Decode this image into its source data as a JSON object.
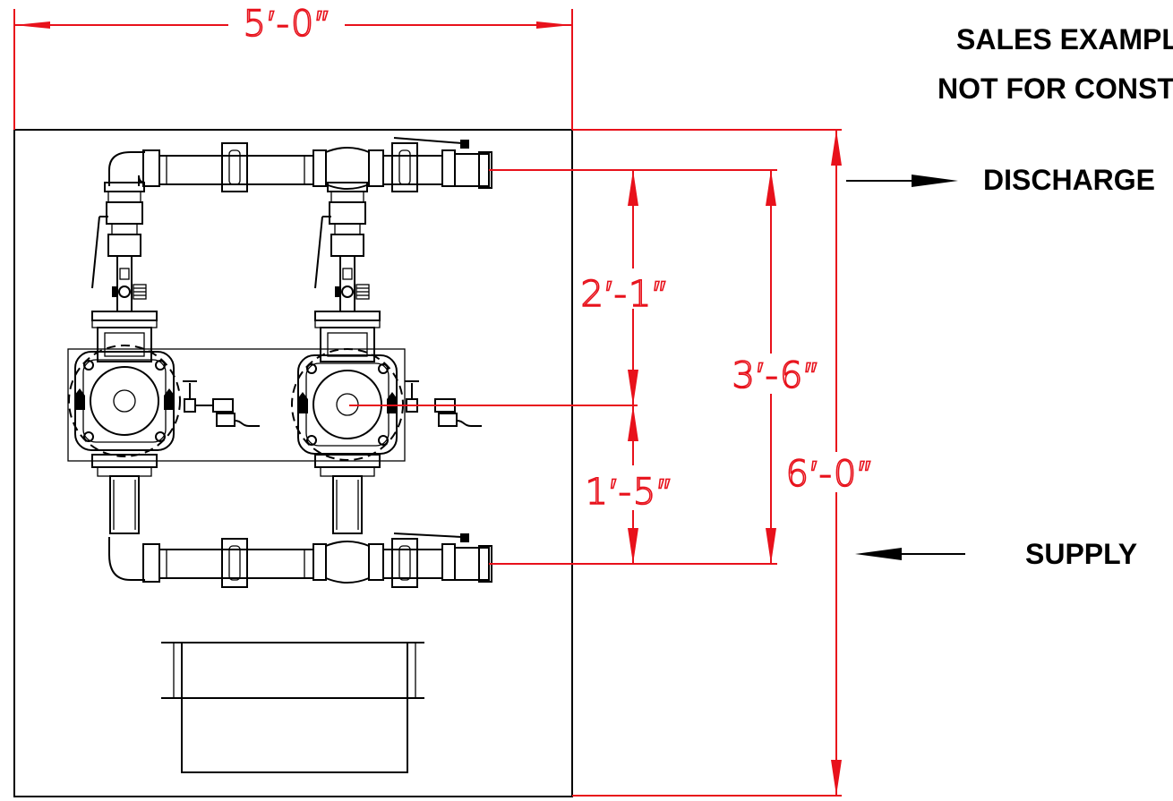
{
  "note": {
    "line1": "SALES EXAMPLE",
    "line2": "NOT FOR CONSTRUCTION"
  },
  "flow": {
    "discharge": "DISCHARGE",
    "supply": "SUPPLY"
  },
  "dimensions": {
    "width": "5′-0″",
    "height_total": "6′-0″",
    "supply_to_discharge": "3′-6″",
    "pump_to_discharge": "2′-1″",
    "supply_to_pump": "1′-5″"
  },
  "colors": {
    "dimension": "#e8111b",
    "linework": "#000000"
  }
}
